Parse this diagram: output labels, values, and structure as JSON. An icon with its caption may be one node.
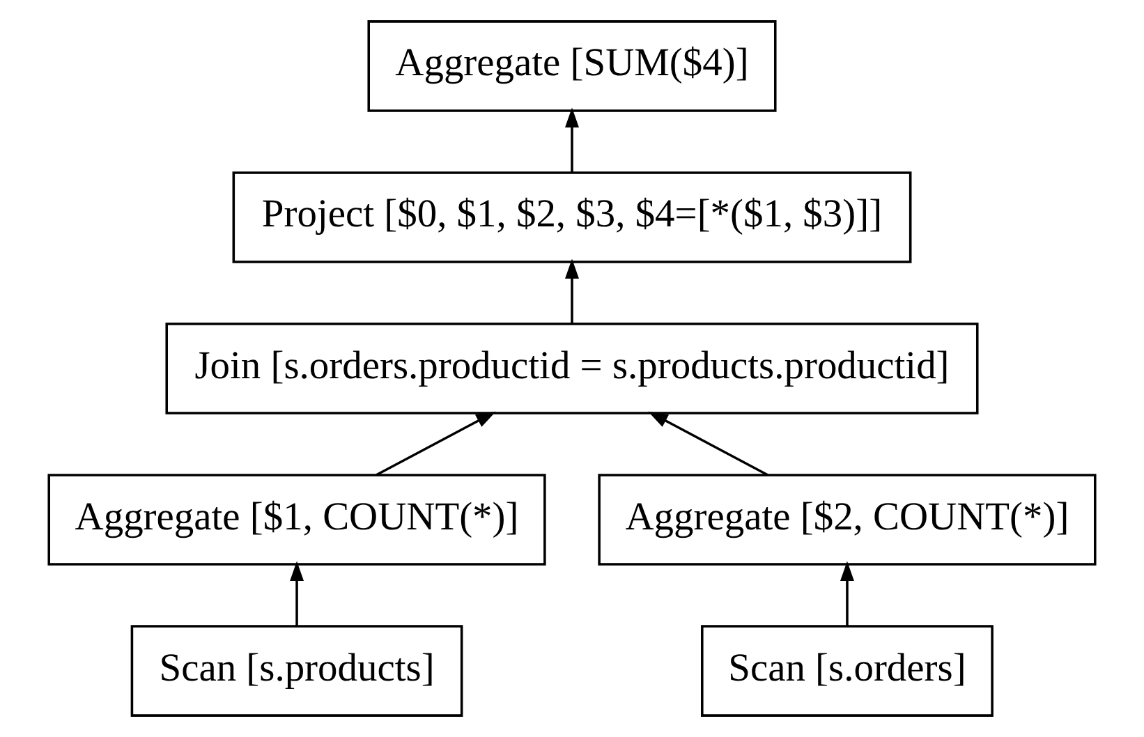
{
  "diagram": {
    "nodes": [
      {
        "text": [
          "Aggregate [SUM($4)]"
        ]
      },
      {
        "text": [
          "Project [$0, $1, $2, $3, $4=[*($1, $3)]]"
        ]
      },
      {
        "text": [
          "Join [s.orders.productid = s.products.productid]"
        ]
      },
      {
        "text": [
          "Aggregate [$1, COUNT(*)]"
        ]
      },
      {
        "text": [
          "Aggregate [$2, COUNT(*)]"
        ]
      },
      {
        "text": [
          "Scan [s.products]"
        ]
      },
      {
        "text": [
          "Scan [s.orders]"
        ]
      }
    ],
    "edges": [
      {
        "from": 1,
        "to": 0,
        "arrow": "to"
      },
      {
        "from": 2,
        "to": 1,
        "arrow": "to"
      },
      {
        "from": 3,
        "to": 2,
        "arrow": "to"
      },
      {
        "from": 4,
        "to": 2,
        "arrow": "to"
      },
      {
        "from": 5,
        "to": 3,
        "arrow": "to"
      },
      {
        "from": 6,
        "to": 4,
        "arrow": "to"
      }
    ]
  }
}
